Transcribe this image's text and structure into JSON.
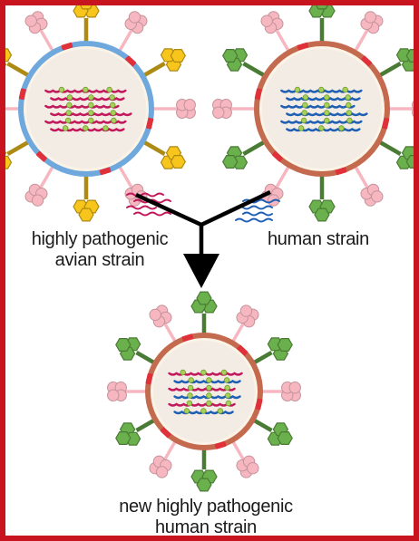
{
  "labels": {
    "avian_line1": "highly pathogenic",
    "avian_line2": "avian strain",
    "human": "human strain",
    "result_line1": "new highly pathogenic",
    "result_line2": "human strain"
  },
  "colors": {
    "frame": "#c8141e",
    "avian_membrane": "#6fa8dc",
    "human_membrane": "#c46a4e",
    "result_membrane": "#c46a4e",
    "hemagglutinin_avian": "#f7c51c",
    "hemagglutinin_human": "#6ab04c",
    "neuraminidase": "#f6b7c1",
    "rna_avian": "#c2185b",
    "rna_human": "#1e5fb4",
    "arrow": "#000000"
  },
  "viruses": [
    {
      "id": "avian",
      "membrane": "avian_membrane",
      "ha": "hemagglutinin_avian",
      "rna": [
        "rna_avian",
        "rna_avian",
        "rna_avian",
        "rna_avian",
        "rna_avian",
        "rna_avian"
      ]
    },
    {
      "id": "human",
      "membrane": "human_membrane",
      "ha": "hemagglutinin_human",
      "rna": [
        "rna_human",
        "rna_human",
        "rna_human",
        "rna_human",
        "rna_human",
        "rna_human"
      ]
    },
    {
      "id": "result",
      "membrane": "result_membrane",
      "ha": "hemagglutinin_human",
      "rna": [
        "rna_avian",
        "rna_human",
        "rna_avian",
        "rna_human",
        "rna_avian",
        "rna_human"
      ]
    }
  ]
}
